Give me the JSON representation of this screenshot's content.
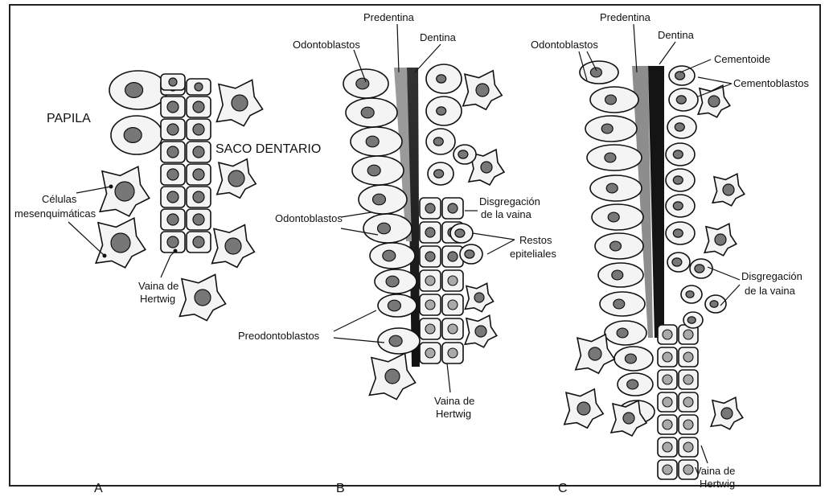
{
  "labels": {
    "a": {
      "papila": "PAPILA",
      "saco": "SACO DENTARIO",
      "celulas1": "Células",
      "celulas2": "mesenquimáticas",
      "vaina1": "Vaina de",
      "vaina2": "Hertwig",
      "letter": "A"
    },
    "b": {
      "predentina": "Predentina",
      "odonto_top": "Odontoblastos",
      "dentina": "Dentina",
      "disg1": "Disgregación",
      "disg2": "de la vaina",
      "odonto_mid": "Odontoblastos",
      "restos1": "Restos",
      "restos2": "epiteliales",
      "preodonto": "Preodontoblastos",
      "vaina1": "Vaina de",
      "vaina2": "Hertwig",
      "letter": "B"
    },
    "c": {
      "predentina": "Predentina",
      "odonto": "Odontoblastos",
      "dentina": "Dentina",
      "cementoide": "Cementoide",
      "cementoblastos": "Cementoblastos",
      "disg1": "Disgregación",
      "disg2": "de la vaina",
      "vaina1": "Vaina de",
      "vaina2": "Hertwig",
      "letter": "C"
    }
  },
  "colors": {
    "ink": "#111111",
    "nucleus": "#777777",
    "cell_fill": "#f4f4f4",
    "dentin_dark": "#1a1a1a",
    "predentin_gray": "#9a9a9a",
    "frame": "#222222"
  }
}
